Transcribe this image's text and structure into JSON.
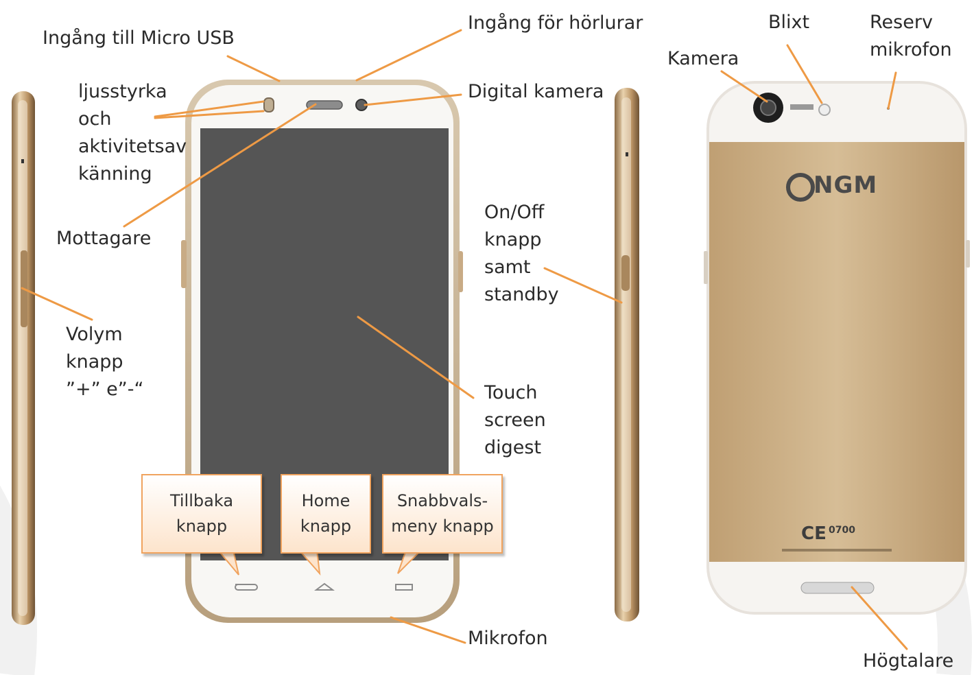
{
  "labels": {
    "micro_usb": "Ingång till Micro USB",
    "headphone": "Ingång för hörlurar",
    "digital_camera": "Digital kamera",
    "light_sensor": [
      "ljusstyrka",
      "och",
      "aktivitetsav",
      "känning"
    ],
    "receiver": "Mottagare",
    "volume": [
      "Volym",
      "knapp",
      "”+” e”-“"
    ],
    "power": [
      "On/Off",
      "knapp",
      "samt",
      "standby"
    ],
    "touch": [
      "Touch",
      "screen",
      "digest"
    ],
    "microphone": "Mikrofon",
    "camera": "Kamera",
    "flash": "Blixt",
    "backup_mic": [
      "Reserv",
      "mikrofon"
    ],
    "speaker": "Högtalare"
  },
  "callouts": {
    "back": [
      "Tillbaka",
      "knapp"
    ],
    "home": [
      "Home",
      "knapp"
    ],
    "menu": [
      "Snabbvals-",
      "meny knapp"
    ]
  },
  "back_panel": {
    "logo": "NGM",
    "ce": "CE",
    "ce_code": "0700"
  },
  "colors": {
    "leader": "#ee9a45",
    "callout_border": "#f0a35e",
    "gold": "#c9ab80",
    "screen": "#555555"
  }
}
